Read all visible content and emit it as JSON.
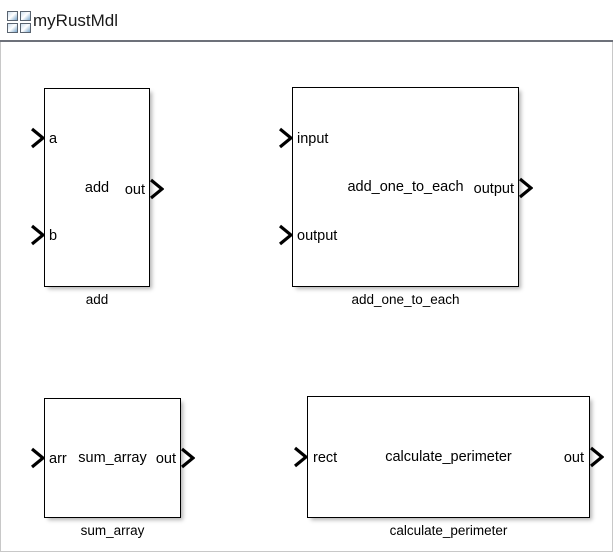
{
  "header": {
    "title": "myRustMdl",
    "icon": "model-grid-icon",
    "icon_cells": [
      "cell-1",
      "cell-2",
      "cell-3",
      "cell-4"
    ]
  },
  "canvas": {
    "background_color": "#ffffff",
    "border_color": "#c8c8c8"
  },
  "blocks": [
    {
      "id": "add",
      "name": "add",
      "caption": "add",
      "inputs": [
        {
          "label": "a"
        },
        {
          "label": "b"
        }
      ],
      "outputs": [
        {
          "label": "out"
        }
      ]
    },
    {
      "id": "add_one_to_each",
      "name": "add_one_to_each",
      "caption": "add_one_to_each",
      "inputs": [
        {
          "label": "input"
        },
        {
          "label": "output"
        }
      ],
      "outputs": [
        {
          "label": "output"
        }
      ]
    },
    {
      "id": "sum_array",
      "name": "sum_array",
      "caption": "sum_array",
      "inputs": [
        {
          "label": "arr"
        }
      ],
      "outputs": [
        {
          "label": "out"
        }
      ]
    },
    {
      "id": "calculate_perimeter",
      "name": "calculate_perimeter",
      "caption": "calculate_perimeter",
      "inputs": [
        {
          "label": "rect"
        }
      ],
      "outputs": [
        {
          "label": "out"
        }
      ]
    }
  ]
}
